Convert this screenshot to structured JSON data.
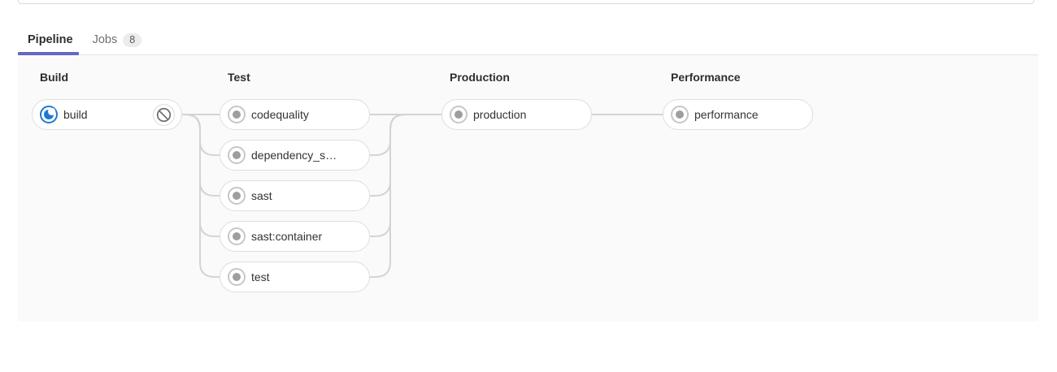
{
  "tabs": {
    "pipeline": {
      "label": "Pipeline"
    },
    "jobs": {
      "label": "Jobs",
      "count": "8"
    }
  },
  "stages": [
    {
      "title": "Build",
      "jobs": [
        {
          "name": "build",
          "status": "running",
          "icon": "status-running-icon",
          "action": "cancel"
        }
      ]
    },
    {
      "title": "Test",
      "jobs": [
        {
          "name": "codequality",
          "status": "created",
          "icon": "status-created-icon"
        },
        {
          "name": "dependency_s…",
          "status": "created",
          "icon": "status-created-icon"
        },
        {
          "name": "sast",
          "status": "created",
          "icon": "status-created-icon"
        },
        {
          "name": "sast:container",
          "status": "created",
          "icon": "status-created-icon"
        },
        {
          "name": "test",
          "status": "created",
          "icon": "status-created-icon"
        }
      ]
    },
    {
      "title": "Production",
      "jobs": [
        {
          "name": "production",
          "status": "created",
          "icon": "status-created-icon"
        }
      ]
    },
    {
      "title": "Performance",
      "jobs": [
        {
          "name": "performance",
          "status": "created",
          "icon": "status-created-icon"
        }
      ]
    }
  ],
  "colors": {
    "active_tab_indicator": "#6666c4",
    "running_status": "#1f78d1",
    "created_status_ring": "#c7c7c7",
    "created_status_dot": "#9e9e9e",
    "connector": "#d4d4d4",
    "graph_background": "#fafafa",
    "chip_border": "#dedede"
  }
}
